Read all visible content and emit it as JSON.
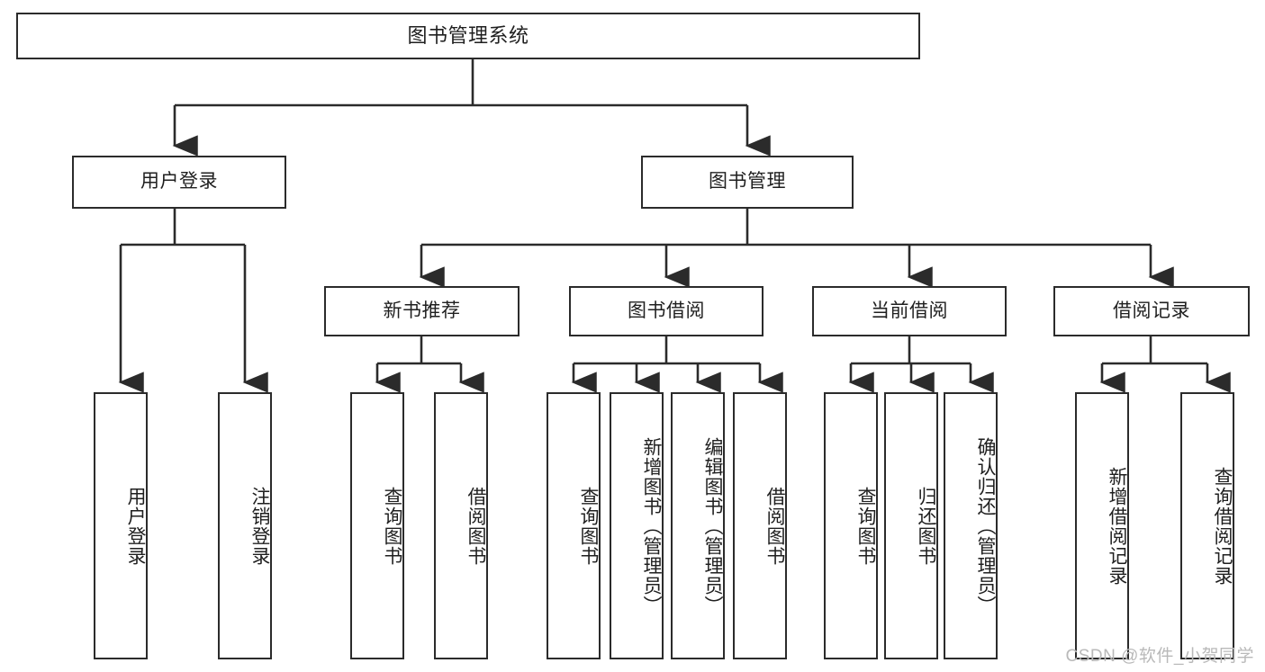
{
  "diagram": {
    "type": "tree",
    "title": "图书管理系统",
    "orientation": "top-down",
    "colors": {
      "box_border": "#2b2b2b",
      "box_fill": "#ffffff",
      "edge": "#2b2b2b",
      "text": "#1f1f1f",
      "watermark": "#b9b9b9",
      "background": "#ffffff"
    }
  },
  "watermark": {
    "text": "CSDN @软件_小贺同学"
  },
  "nodes": {
    "root": {
      "label": "图书管理系统",
      "level": 1
    },
    "l2": [
      {
        "id": "user-login",
        "label": "用户登录",
        "level": 2
      },
      {
        "id": "book-manage",
        "label": "图书管理",
        "level": 2
      }
    ],
    "l3": [
      {
        "id": "new-book-recommend",
        "label": "新书推荐",
        "level": 3
      },
      {
        "id": "book-borrow",
        "label": "图书借阅",
        "level": 3
      },
      {
        "id": "current-borrow",
        "label": "当前借阅",
        "level": 3
      },
      {
        "id": "borrow-record",
        "label": "借阅记录",
        "level": 3
      }
    ],
    "leaves": [
      {
        "id": "leaf-user-login",
        "label": "用户登录",
        "parent": "user-login"
      },
      {
        "id": "leaf-logout-login",
        "label": "注销登录",
        "parent": "user-login"
      },
      {
        "id": "leaf-query-book-1",
        "label": "查询图书",
        "parent": "new-book-recommend"
      },
      {
        "id": "leaf-borrow-book-1",
        "label": "借阅图书",
        "parent": "new-book-recommend"
      },
      {
        "id": "leaf-query-book-2",
        "label": "查询图书",
        "parent": "book-borrow"
      },
      {
        "id": "leaf-add-book",
        "label": "新增图书（管理员）",
        "parent": "book-borrow"
      },
      {
        "id": "leaf-edit-book",
        "label": "编辑图书（管理员）",
        "parent": "book-borrow"
      },
      {
        "id": "leaf-borrow-book-2",
        "label": "借阅图书",
        "parent": "book-borrow"
      },
      {
        "id": "leaf-query-book-3",
        "label": "查询图书",
        "parent": "current-borrow"
      },
      {
        "id": "leaf-return-book",
        "label": "归还图书",
        "parent": "current-borrow"
      },
      {
        "id": "leaf-confirm-return",
        "label": "确认归还（管理员）",
        "parent": "current-borrow"
      },
      {
        "id": "leaf-add-record",
        "label": "新增借阅记录",
        "parent": "borrow-record"
      },
      {
        "id": "leaf-query-record",
        "label": "查询借阅记录",
        "parent": "borrow-record"
      }
    ]
  }
}
